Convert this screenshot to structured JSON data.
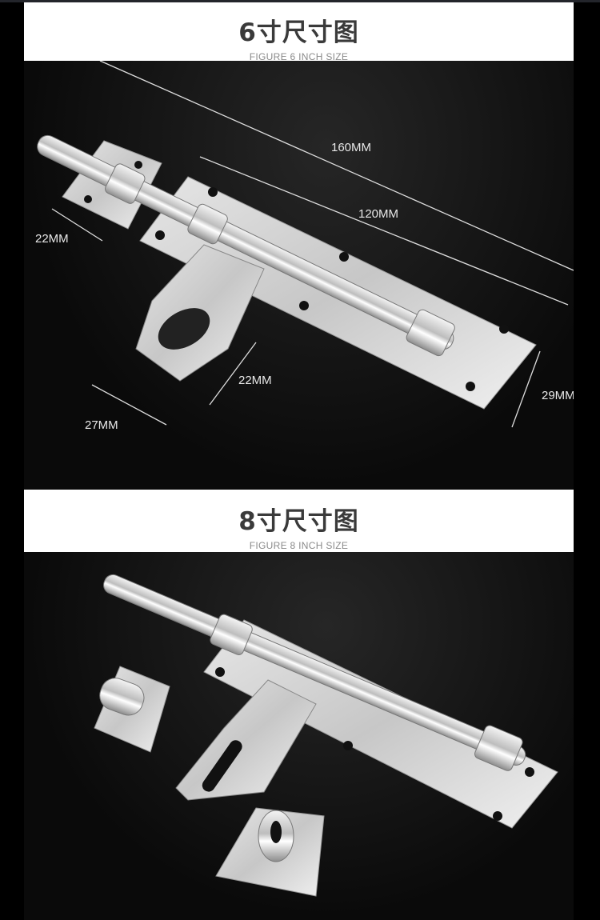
{
  "section_6inch": {
    "title": "6寸尺寸图",
    "subtitle": "FIGURE 6 INCH SIZE",
    "dimensions": {
      "total_length": "160MM",
      "plate_length": "120MM",
      "keeper_width": "22MM",
      "hasp_height": "22MM",
      "hasp_width": "27MM",
      "plate_height": "29MM"
    }
  },
  "section_8inch": {
    "title": "8寸尺寸图",
    "subtitle": "FIGURE 8 INCH SIZE"
  }
}
